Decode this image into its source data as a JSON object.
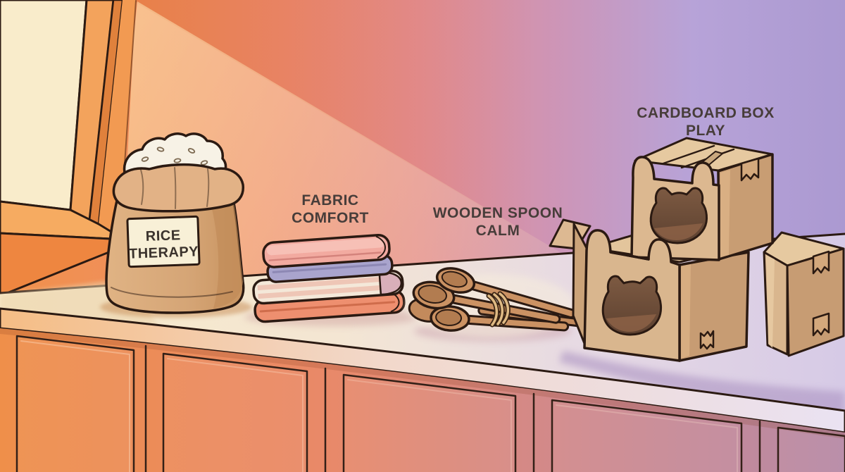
{
  "annotations": {
    "rice_bag": {
      "line1": "RICE",
      "line2": "THERAPY"
    },
    "fabric": {
      "line1": "FABRIC",
      "line2": "COMFORT"
    },
    "spoon": {
      "line1": "WOODEN SPOON",
      "line2": "CALM"
    },
    "box": {
      "line1": "CARDBOARD BOX",
      "line2": "PLAY"
    }
  },
  "objects": {
    "rice_bag": "burlap sack filled with rice",
    "towels": "stack of four folded towels",
    "spoons": "bundle of wooden spoons tied with twine",
    "boxes": "stacked cardboard boxes with cat-shaped openings",
    "window": "window with warm light",
    "counter": "kitchen countertop",
    "cabinets": "kitchen cabinet doors"
  },
  "colors": {
    "wall_orange": "#f0914c",
    "wall_salmon": "#ec8b74",
    "wall_lavender": "#ab99d1",
    "sunbeam": "#ffe9b8",
    "window_glass": "#f9eccb",
    "counter_left": "#f7eac9",
    "counter_right": "#d6cae6",
    "cabinet_left": "#ef8f4a",
    "cabinet_right": "#b78aa6",
    "burlap": "#d8a976",
    "rice": "#f7f2e6",
    "towel_pink": "#f2aaa0",
    "towel_lavender": "#a9a4cd",
    "towel_cream": "#f4e8d9",
    "towel_coral": "#ee8f6f",
    "wood": "#cb9263",
    "cardboard_front": "#d9b68e",
    "cardboard_side": "#c79c73",
    "cardboard_top": "#e6c9a0",
    "cutout_hole": "#6e4c38",
    "caption_text": "#473d3a",
    "outline": "#2b1a12"
  }
}
